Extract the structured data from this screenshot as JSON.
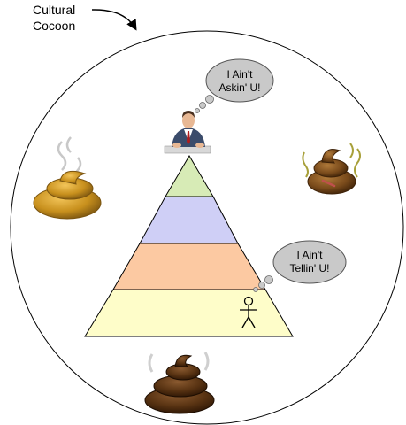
{
  "cocoon": {
    "label_line1": "Cultural",
    "label_line2": "Cocoon"
  },
  "boss_bubble": {
    "line1": "I Ain't",
    "line2": "Askin' U!"
  },
  "worker_bubble": {
    "line1": "I Ain't",
    "line2": "Tellin' U!"
  },
  "pyramid": {
    "levels": [
      "top",
      "upper-middle",
      "lower-middle",
      "base"
    ],
    "colors": {
      "top": "#d7ebb6",
      "upper_middle": "#cfcff6",
      "lower_middle": "#fcc9a2",
      "base": "#fefdc9"
    }
  },
  "icons": [
    "boss-person-icon",
    "stick-figure-icon",
    "poop-icon-left",
    "poop-icon-right",
    "poop-icon-bottom"
  ]
}
